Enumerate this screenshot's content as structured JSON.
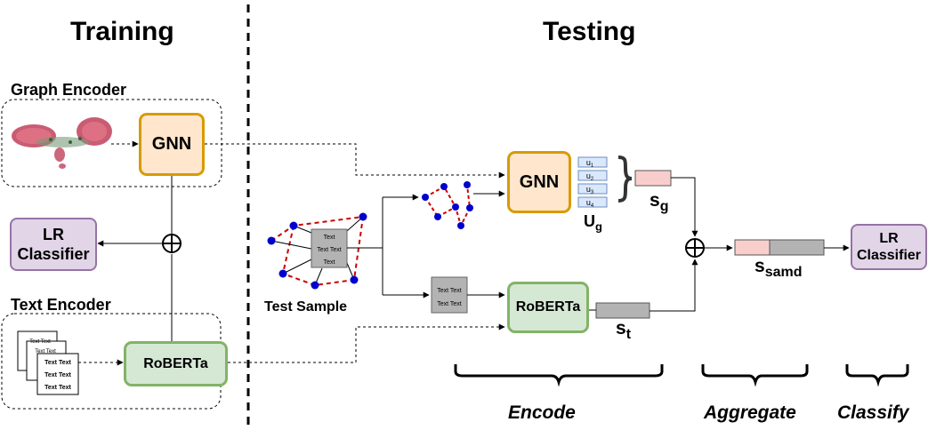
{
  "titles": {
    "training": "Training",
    "testing": "Testing"
  },
  "training": {
    "graph_encoder_label": "Graph Encoder",
    "text_encoder_label": "Text Encoder",
    "gnn_label": "GNN",
    "roberta_label": "RoBERTa",
    "lr_line1": "LR",
    "lr_line2": "Classifier",
    "doc_text": "Text Text"
  },
  "testing": {
    "gnn_label": "GNN",
    "roberta_label": "RoBERTa",
    "lr_line1": "LR",
    "lr_line2": "Classifier",
    "test_sample_label": "Test Sample",
    "sample_text": [
      "Text",
      "Text Text",
      "Text"
    ],
    "small_text_box": [
      "Text Text",
      "Text Text"
    ],
    "u_entries": [
      {
        "base": "u",
        "sub": "1"
      },
      {
        "base": "u",
        "sub": "2"
      },
      {
        "base": "u",
        "sub": "3"
      },
      {
        "base": "u",
        "sub": "4"
      }
    ],
    "ug": {
      "base": "U",
      "sub": "g"
    },
    "sg": {
      "base": "s",
      "sub": "g"
    },
    "st": {
      "base": "s",
      "sub": "t"
    },
    "ssamd": {
      "base": "s",
      "sub": "samd"
    }
  },
  "stages": {
    "encode": "Encode",
    "aggregate": "Aggregate",
    "classify": "Classify"
  },
  "colors": {
    "gnn_fill": "#ffe6cc",
    "gnn_border": "#d79b00",
    "roberta_fill": "#d5e8d4",
    "roberta_border": "#82b366",
    "lr_fill": "#e1d5e7",
    "lr_border": "#9673a6",
    "sg_fill": "#f8cecc",
    "st_fill": "#b3b3b3",
    "u_fill": "#dae8fc",
    "u_border": "#6c8ebf",
    "graph_node": "#0000cc",
    "graph_edge": "#cc0000"
  }
}
